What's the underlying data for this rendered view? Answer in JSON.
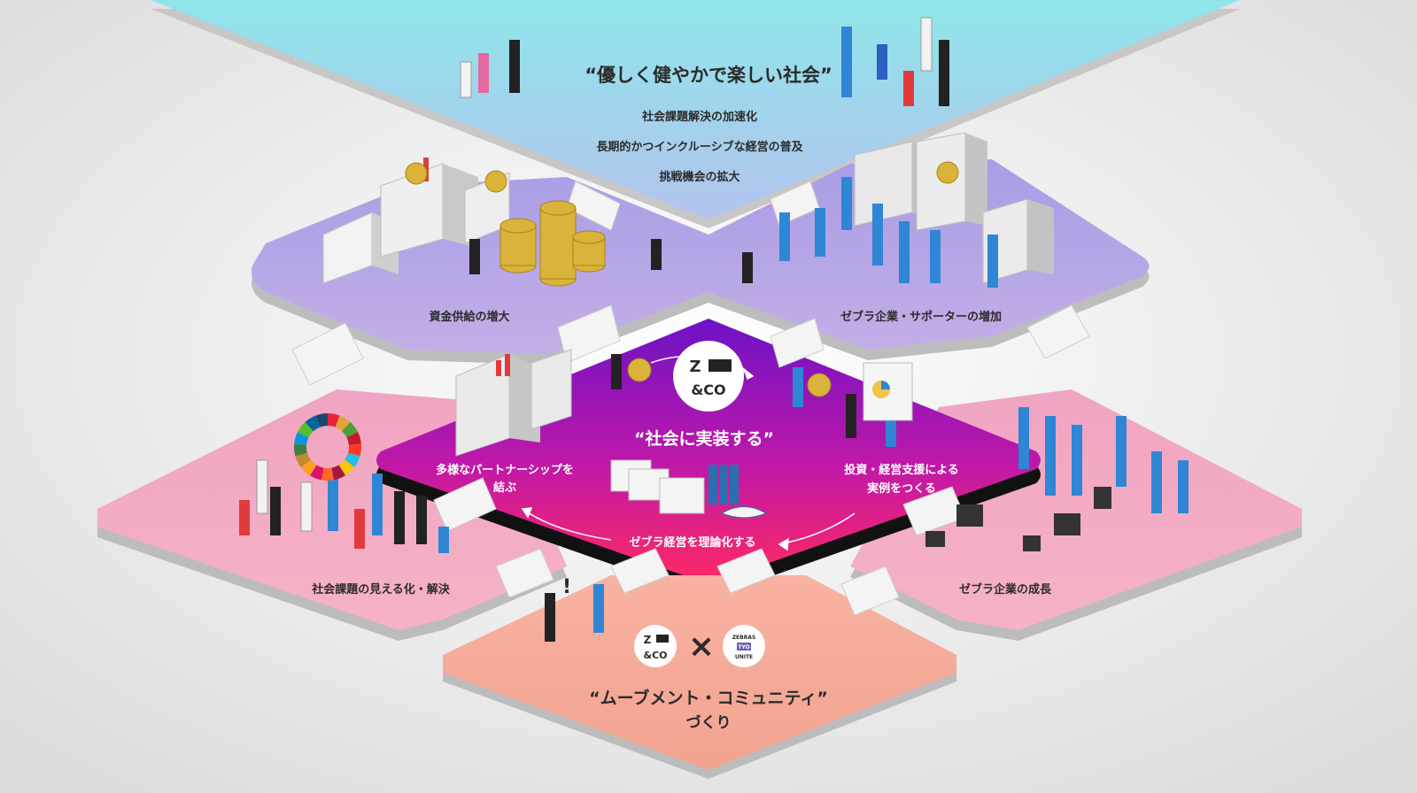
{
  "top": {
    "title": "“優しく健やかで楽しい社会”",
    "lines": [
      "社会課題解決の加速化",
      "長期的かつインクルーシブな経営の普及",
      "挑戦機会の拡大"
    ]
  },
  "middle": {
    "left_label": "資金供給の増大",
    "right_label": "ゼブラ企業・サポーターの増加"
  },
  "center": {
    "logo_top": "Z",
    "logo_bottom": "&CO",
    "title": "“社会に実装する”",
    "left_line1": "多様なパートナーシップを",
    "left_line2": "結ぶ",
    "right_line1": "投資・経営支援による",
    "right_line2": "実例をつくる",
    "bottom": "ゼブラ経営を理論化する"
  },
  "lower": {
    "left_label": "社会課題の見える化・解決",
    "right_label": "ゼブラ企業の成長"
  },
  "bottom": {
    "logo_left_top": "Z",
    "logo_left_bottom": "&CO",
    "cross": "×",
    "logo_right_line1": "ZEBRAS",
    "logo_right_line2": "TYO",
    "logo_right_line3": "UNITE",
    "title": "“ムーブメント・コミュニティ”",
    "subtitle": "づくり",
    "exclaim": "!"
  },
  "colors": {
    "top": "#9fe3e8",
    "middle": "#b7a6e6",
    "lower_left": "#f3a9c2",
    "lower_right": "#f3a9c2",
    "center_top": "#7a16c8",
    "center_bottom": "#ff2c6c",
    "bottom": "#f5a99a"
  }
}
